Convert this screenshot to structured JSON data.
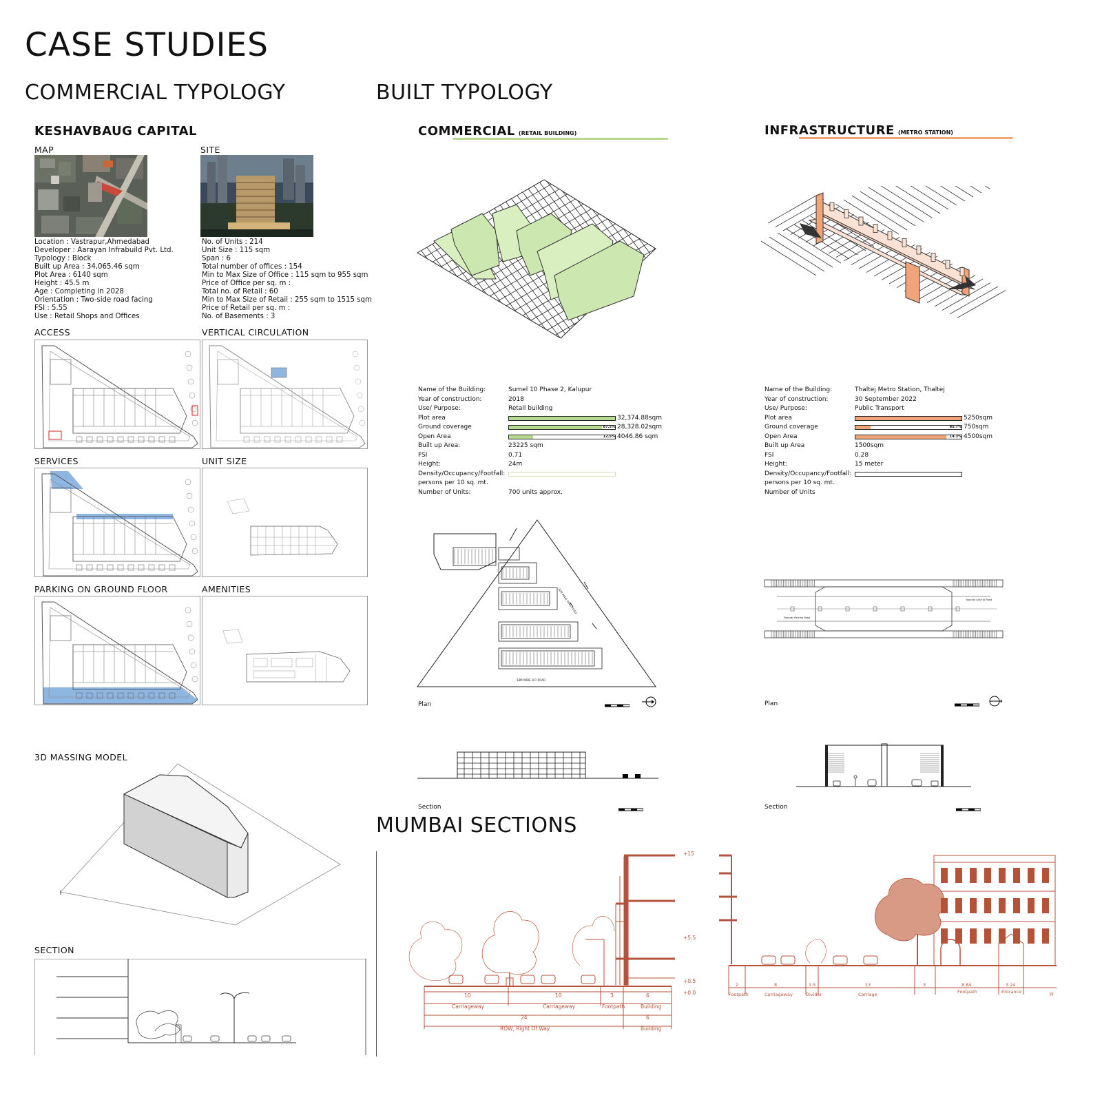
{
  "page": {
    "title": "CASE STUDIES",
    "commercial_typology": "COMMERCIAL TYPOLOGY",
    "built_typology": "BUILT TYPOLOGY",
    "mumbai_sections": "MUMBAI SECTIONS"
  },
  "keshav": {
    "title": "KESHAVBAUG CAPITAL",
    "map_label": "MAP",
    "site_label": "SITE",
    "info_left": [
      "Location : Vastrapur,Ahmedabad",
      "Developer : Aarayan Infrabuild Pvt. Ltd.",
      "Typology : Block",
      "Built up Area : 34,065.46 sqm",
      "Plot Area : 6140 sqm",
      "Height : 45.5 m",
      "Age : Completing in 2028",
      "Orientation : Two-side road facing",
      "FSI : 5.55",
      "Use : Retail Shops and Offices"
    ],
    "info_right": [
      "No. of Units : 214",
      "Unit Size : 115 sqm",
      "Span : 6",
      "Total number of offices : 154",
      "Min to Max Size of Office : 115 sqm to 955 sqm",
      "Price of Office per sq. m :",
      "Total no. of Retail : 60",
      "Min to Max Size of Retail : 255 sqm to 1515 sqm",
      "Price of Retail per sq. m :",
      "No. of Basements : 3"
    ],
    "panels": {
      "access": "ACCESS",
      "vertical": "VERTICAL CIRCULATION",
      "services": "SERVICES",
      "unit_size": "UNIT SIZE",
      "parking": "PARKING ON GROUND FLOOR",
      "amenities": "AMENITIES"
    },
    "massing_label": "3D MASSING MODEL",
    "section_label": "SECTION"
  },
  "commercial": {
    "title": "COMMERCIAL",
    "subtitle": "(RETAIL BUILDING)",
    "accent": "#b5d98f",
    "rows": [
      {
        "label": "Name of the Building:",
        "value": "Sumel 10 Phase 2, Kalupur"
      },
      {
        "label": "Year of construction:",
        "value": "2018"
      },
      {
        "label": "Use/ Purpose:",
        "value": "Retail building"
      },
      {
        "label": "Plot area",
        "value": "32,374.88sqm",
        "bar": 1.0,
        "pct": ""
      },
      {
        "label": "Ground coverage",
        "value": "28,328.02sqm",
        "bar": 0.875,
        "pct": "87.5%"
      },
      {
        "label": "Open Area",
        "value": "4046.86 sqm",
        "bar": 0.225,
        "pct": "12.5%"
      },
      {
        "label": "Built up Area:",
        "value": "23225 sqm"
      },
      {
        "label": "FSI",
        "value": "0.71"
      },
      {
        "label": "Height:",
        "value": "24m"
      },
      {
        "label": "Density/Occupancy/Footfall:",
        "value": "",
        "bar": 0.0,
        "pct": "",
        "light": true
      },
      {
        "label": "persons per 10 sq. mt.",
        "value": ""
      },
      {
        "label": "Number of Units:",
        "value": "700 units approx."
      }
    ],
    "plan_label": "Plan",
    "section_label": "Section",
    "road_top": "32M WIDE RING ROAD",
    "road_bottom": "18M WIDE D.P. ROAD"
  },
  "infra": {
    "title": "INFRASTRUCTURE",
    "subtitle": "(METRO STATION)",
    "accent": "#f0a477",
    "rows": [
      {
        "label": "Name of the Building:",
        "value": "Thaltej Metro Station, Thaltej"
      },
      {
        "label": "Year of construction:",
        "value": "30 September 2022"
      },
      {
        "label": "Use/ Purpose:",
        "value": "Public Transport"
      },
      {
        "label": "Plot area",
        "value": "5250sqm",
        "bar": 1.0,
        "pct": ""
      },
      {
        "label": "Ground coverage",
        "value": "750sqm",
        "bar": 0.143,
        "pct": "85.7%"
      },
      {
        "label": "Open Area",
        "value": "4500sqm",
        "bar": 0.857,
        "pct": "14.3%"
      },
      {
        "label": "Built up Area",
        "value": "1500sqm"
      },
      {
        "label": "FSI",
        "value": "0.28"
      },
      {
        "label": "Height:",
        "value": "15 meter"
      },
      {
        "label": "Density/Occupancy/Footfall:",
        "value": "",
        "bar": 0.0,
        "pct": ""
      },
      {
        "label": "persons per 10 sq. mt.",
        "value": ""
      },
      {
        "label": "Number of Units",
        "value": ""
      }
    ],
    "plan_label": "Plan",
    "section_label": "Section",
    "towards_gate": "Towards Gate to Road",
    "towards_parking": "Towards Parking Road"
  },
  "mumbai": {
    "color": "#b5523a",
    "left": {
      "levels": [
        "+15",
        "+5.5",
        "+0.5",
        "+0.0"
      ],
      "dims": [
        "10",
        "10",
        "3",
        "6"
      ],
      "dim_labels": [
        "Carriageway",
        "Carriageway",
        "Footpath",
        "Building"
      ],
      "total": "24",
      "total_label": "ROW, Right Of Way",
      "bldg_total": "6",
      "bldg_label": "Building"
    },
    "right": {
      "dims": [
        "2",
        "8",
        "1.5",
        "13",
        "3",
        "8.84",
        "3.24"
      ],
      "dim_labels": [
        "Footpath",
        "Carriageway",
        "Divider",
        "Carriage",
        "",
        "Footpath",
        "Entrance",
        "Pl"
      ]
    }
  }
}
